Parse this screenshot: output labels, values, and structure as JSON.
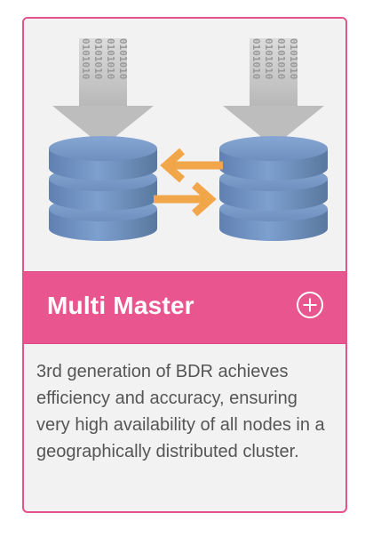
{
  "card": {
    "title": "Multi Master",
    "description": "3rd generation of BDR achieves efficiency and accuracy, ensuring very high availability of all nodes in a geographically distributed cluster.",
    "binary_text": "0101010",
    "colors": {
      "border": "#e4528e",
      "header": "#e9568f",
      "database": "#6e8fbe",
      "arrow_sync": "#f4a94a",
      "arrow_data": "#c9c9c9"
    },
    "icons": {
      "expand": "plus-circle-icon",
      "illustration": "database-replication-illustration"
    }
  }
}
